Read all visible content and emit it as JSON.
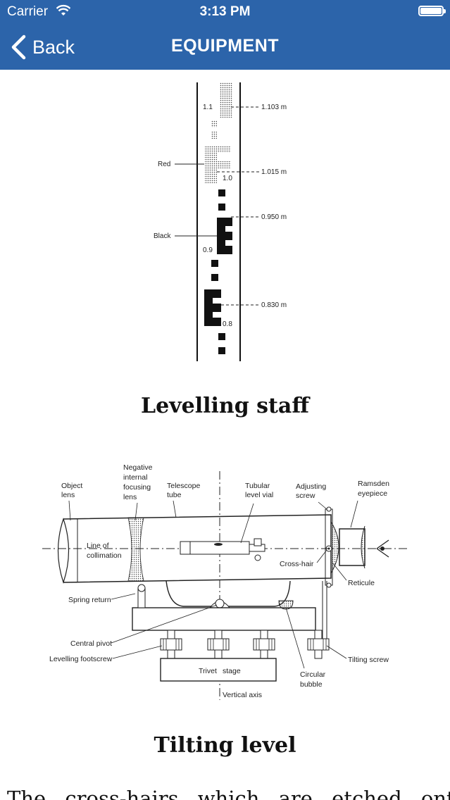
{
  "status_bar": {
    "carrier": "Carrier",
    "time": "3:13 PM"
  },
  "nav": {
    "back_label": "Back",
    "title": "EQUIPMENT"
  },
  "staff_figure": {
    "caption": "Levelling staff",
    "labels": {
      "v11": "1.1",
      "v10": "1.0",
      "v09": "0.9",
      "v08": "0.8",
      "red": "Red",
      "black": "Black",
      "m1103": "1.103 m",
      "m1015": "1.015 m",
      "m0950": "0.950 m",
      "m0830": "0.830 m"
    }
  },
  "level_figure": {
    "caption": "Tilting level",
    "labels": {
      "object_lens_1": "Object",
      "object_lens_2": "lens",
      "neg1": "Negative",
      "neg2": "internal",
      "neg3": "focusing",
      "neg4": "lens",
      "tele1": "Telescope",
      "tele2": "tube",
      "vial1": "Tubular",
      "vial2": "level vial",
      "adj1": "Adjusting",
      "adj2": "screw",
      "ram1": "Ramsden",
      "ram2": "eyepiece",
      "loc1": "Line of",
      "loc2": "collimation",
      "crosshair": "Cross-hair",
      "reticule": "Reticule",
      "spring": "Spring return",
      "pivot": "Central pivot",
      "footscrew": "Levelling footscrew",
      "trivet": "Trivet",
      "stage": "stage",
      "vaxis": "Vertical axis",
      "bub1": "Circular",
      "bub2": "bubble",
      "tilting": "Tilting screw"
    }
  },
  "body_text": "The cross-hairs which are etched onto a"
}
